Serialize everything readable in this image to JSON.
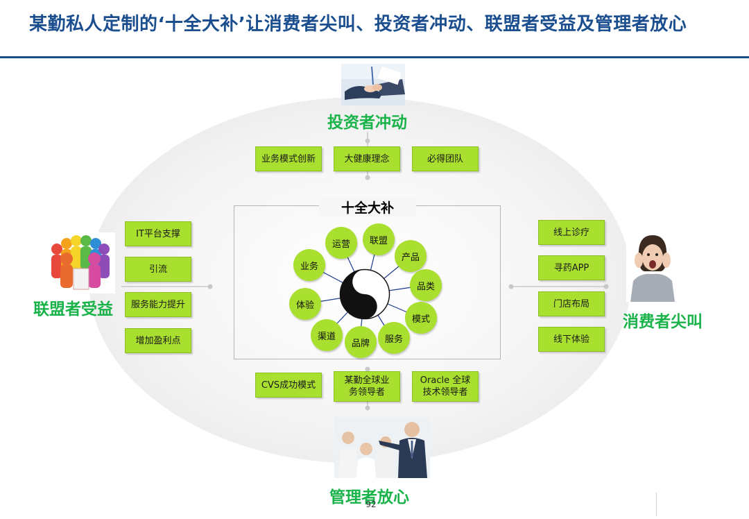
{
  "title": "某勤私人定制的‘十全大补’让消费者尖叫、投资者冲动、联盟者受益及管理者放心",
  "sections": {
    "top": {
      "label": "投资者冲动",
      "items": [
        "业务模式创新",
        "大健康理念",
        "必得团队"
      ]
    },
    "left": {
      "label": "联盟者受益",
      "items": [
        "IT平台支撑",
        "引流",
        "服务能力提升",
        "增加盈利点"
      ]
    },
    "right": {
      "label": "消费者尖叫",
      "items": [
        "线上诊疗",
        "寻药APP",
        "门店布局",
        "线下体验"
      ]
    },
    "bottom": {
      "label": "管理者放心",
      "items": [
        "CVS成功模式",
        "某勤全球业务领导者",
        "Oracle 全球技术领导者"
      ]
    }
  },
  "center": {
    "title": "十全大补",
    "petals": [
      "运营",
      "联盟",
      "产品",
      "品类",
      "模式",
      "服务",
      "品牌",
      "渠道",
      "体验",
      "业务"
    ]
  },
  "page_number": "92",
  "colors": {
    "title": "#1b4e8f",
    "label_green": "#19b34a",
    "box_green": "#a9df2e",
    "connector": "#1b3a8f"
  }
}
